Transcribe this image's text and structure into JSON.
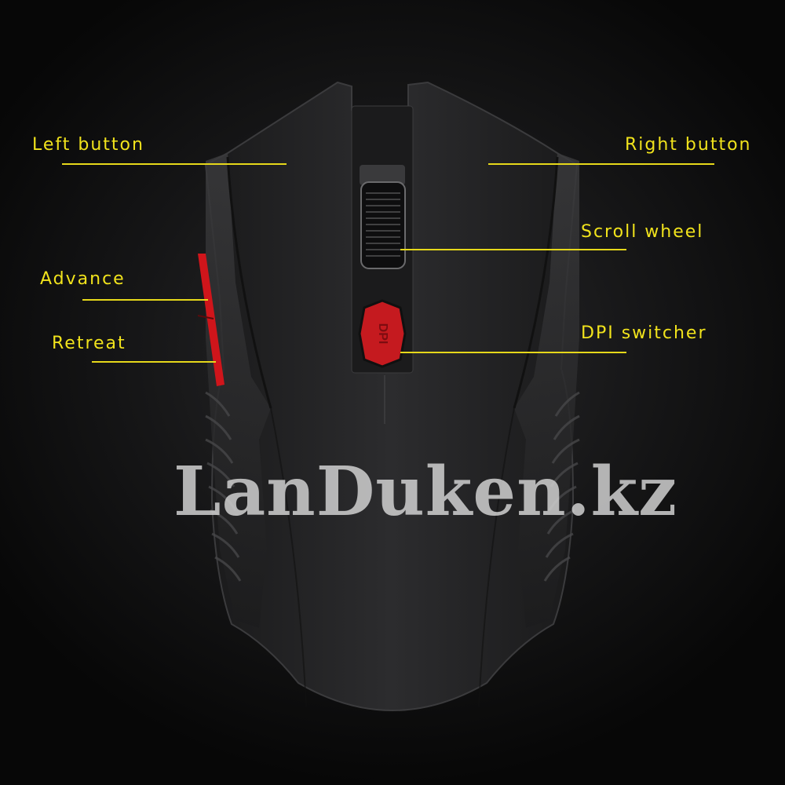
{
  "labels": {
    "left_button": "Left button",
    "right_button": "Right button",
    "scroll_wheel": "Scroll wheel",
    "advance": "Advance",
    "retreat": "Retreat",
    "dpi_switcher": "DPI switcher"
  },
  "dpi_button_text": "DPI",
  "watermark": "LanDuken.kz",
  "colors": {
    "label": "#f1e31c",
    "leader_line": "#e6d81a",
    "accent_red": "#d0151b",
    "background": "#0c0c0d"
  }
}
